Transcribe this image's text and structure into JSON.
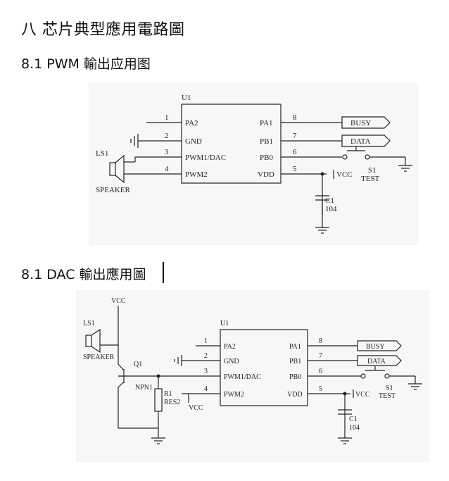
{
  "doc": {
    "section_title": "八  芯片典型應用電路圖",
    "pwm_title": "8.1 PWM 輸出应用图",
    "dac_title": "8.1 DAC 輸出應用圖"
  },
  "pwm": {
    "chip_ref": "U1",
    "pins_left": [
      "PA2",
      "GND",
      "PWM1/DAC",
      "PWM2"
    ],
    "pins_left_nums": [
      "1",
      "2",
      "3",
      "4"
    ],
    "pins_right": [
      "PA1",
      "PB1",
      "PB0",
      "VDD"
    ],
    "pins_right_nums": [
      "8",
      "7",
      "6",
      "5"
    ],
    "busy": "BUSY",
    "data": "DATA",
    "vcc": "VCC",
    "s1": "S1",
    "test": "TEST",
    "c1": "C1",
    "c1_val": "104",
    "ls1": "LS1",
    "speaker": "SPEAKER"
  },
  "dac": {
    "chip_ref": "U1",
    "pins_left": [
      "PA2",
      "GND",
      "PWM1/DAC",
      "PWM2"
    ],
    "pins_left_nums": [
      "1",
      "2",
      "3",
      "4"
    ],
    "pins_right": [
      "PA1",
      "PB1",
      "PB0",
      "VDD"
    ],
    "pins_right_nums": [
      "8",
      "7",
      "6",
      "5"
    ],
    "busy": "BUSY",
    "data": "DATA",
    "vcc_top": "VCC",
    "vcc_res": "VCC",
    "vcc": "VCC",
    "s1": "S1",
    "test": "TEST",
    "c1": "C1",
    "c1_val": "104",
    "ls1": "LS1",
    "speaker": "SPEAKER",
    "q1": "Q1",
    "npn": "NPN1",
    "r1": "R1",
    "res2": "RES2"
  }
}
